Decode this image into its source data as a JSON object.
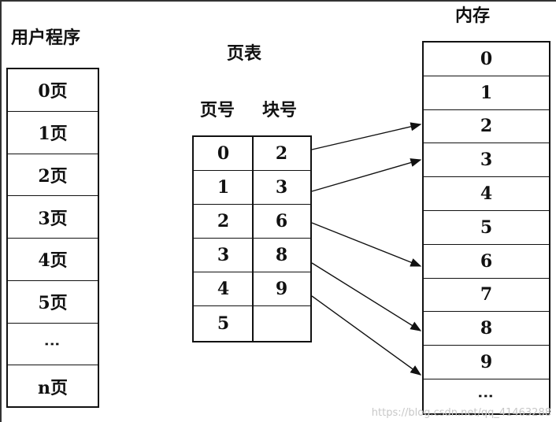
{
  "labels": {
    "program": "用户程序",
    "page_table": "页表",
    "col_page": "页号",
    "col_block": "块号",
    "memory": "内存"
  },
  "program_pages": [
    "0页",
    "1页",
    "2页",
    "3页",
    "4页",
    "5页",
    "⋮",
    "n页"
  ],
  "page_table_rows": [
    {
      "page": "0",
      "block": "2"
    },
    {
      "page": "1",
      "block": "3"
    },
    {
      "page": "2",
      "block": "6"
    },
    {
      "page": "3",
      "block": "8"
    },
    {
      "page": "4",
      "block": "9"
    },
    {
      "page": "5",
      "block": ""
    }
  ],
  "memory_blocks": [
    "0",
    "1",
    "2",
    "3",
    "4",
    "5",
    "6",
    "7",
    "8",
    "9",
    "⋮"
  ],
  "watermark": "https://blog.csdn.net/qq_41463288"
}
